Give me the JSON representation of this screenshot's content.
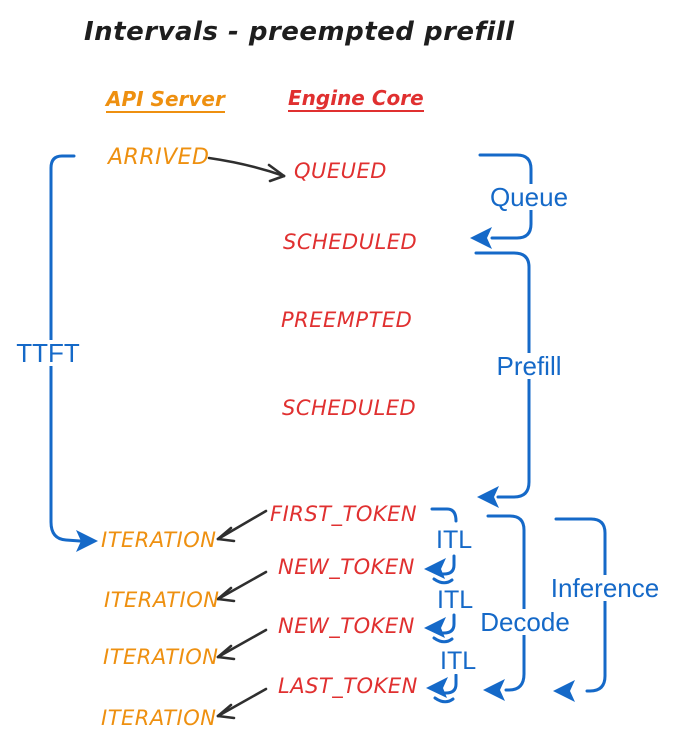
{
  "title": "Intervals - preempted prefill",
  "colors": {
    "ink": "#1e1e1e",
    "orange": "#ee9010",
    "red": "#e03030",
    "blue": "#1569c8",
    "black": "#2f2f2f"
  },
  "columns": {
    "api_server": "API Server",
    "engine_core": "Engine Core"
  },
  "api_events": [
    "ARRIVED",
    "ITERATION",
    "ITERATION",
    "ITERATION",
    "ITERATION"
  ],
  "engine_events": [
    "QUEUED",
    "SCHEDULED",
    "PREEMPTED",
    "SCHEDULED",
    "FIRST_TOKEN",
    "NEW_TOKEN",
    "NEW_TOKEN",
    "LAST_TOKEN"
  ],
  "intervals": {
    "ttft": "TTFT",
    "queue": "Queue",
    "prefill": "Prefill",
    "decode": "Decode",
    "inference": "Inference",
    "itl": [
      "ITL",
      "ITL",
      "ITL"
    ]
  }
}
